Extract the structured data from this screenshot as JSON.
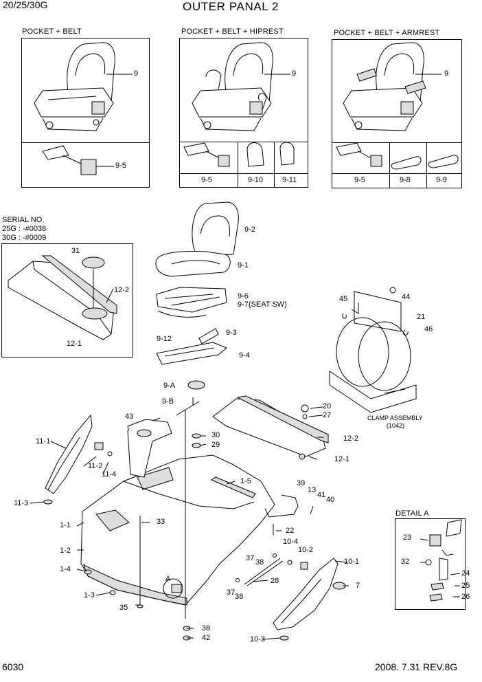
{
  "header": {
    "model": "20/25/30G",
    "title": "OUTER PANAL 2"
  },
  "footer": {
    "page_number": "6030",
    "revision": "2008. 7.31  REV.8G"
  },
  "variants": [
    {
      "caption": "POCKET + BELT",
      "seat_label": "9",
      "parts": [
        "9-5"
      ]
    },
    {
      "caption": "POCKET + BELT + HIPREST",
      "seat_label": "9",
      "parts": [
        "9-5",
        "9-10",
        "9-11"
      ]
    },
    {
      "caption": "POCKET + BELT + ARMREST",
      "seat_label": "9",
      "parts": [
        "9-5",
        "9-8",
        "9-9"
      ]
    }
  ],
  "serial_note": {
    "title": "SERIAL NO.",
    "line1": "25G : -#0038",
    "line2": "30G : -#0009"
  },
  "serial_box_labels": {
    "p31": "31",
    "p12_2": "12-2",
    "p12_1": "12-1"
  },
  "seat_labels": {
    "p9_2": "9-2",
    "p9_1": "9-1",
    "p9_6": "9-6",
    "p9_7": "9-7(SEAT SW)",
    "p9_12": "9-12",
    "p9_3": "9-3",
    "p9_4": "9-4",
    "p9_a": "9-A",
    "p9_b": "9-B"
  },
  "clamp": {
    "labels": {
      "p45": "45",
      "p44": "44",
      "p21": "21",
      "p46": "46"
    },
    "caption": "CLAMP ASSEMBLY",
    "sub_caption": "(1042)"
  },
  "main_labels": {
    "p43": "43",
    "p30": "30",
    "p29": "29",
    "p20": "20",
    "p27": "27",
    "p12_2": "12-2",
    "p12_1": "12-1",
    "p11_1": "11-1",
    "p11_2": "11-2",
    "p11_4": "11-4",
    "p11_3": "11-3",
    "p1_5": "1-5",
    "p39": "39",
    "p13": "13",
    "p41": "41",
    "p40": "40",
    "p33": "33",
    "p22": "22",
    "p1_1": "1-1",
    "p1_2": "1-2",
    "p1_4": "1-4",
    "p1_3": "1-3",
    "pA": "A",
    "p35": "35",
    "p10_4": "10-4",
    "p10_2": "10-2",
    "p37a": "37",
    "p38a": "38",
    "p10_1": "10-1",
    "p7": "7",
    "p28": "28",
    "p37b": "37",
    "p38b": "38",
    "p38c": "38",
    "p42": "42",
    "p10_3": "10-3"
  },
  "detail": {
    "title": "DETAIL A",
    "labels": {
      "p23": "23",
      "p32": "32",
      "p24": "24",
      "p25": "25",
      "p26": "26"
    }
  }
}
